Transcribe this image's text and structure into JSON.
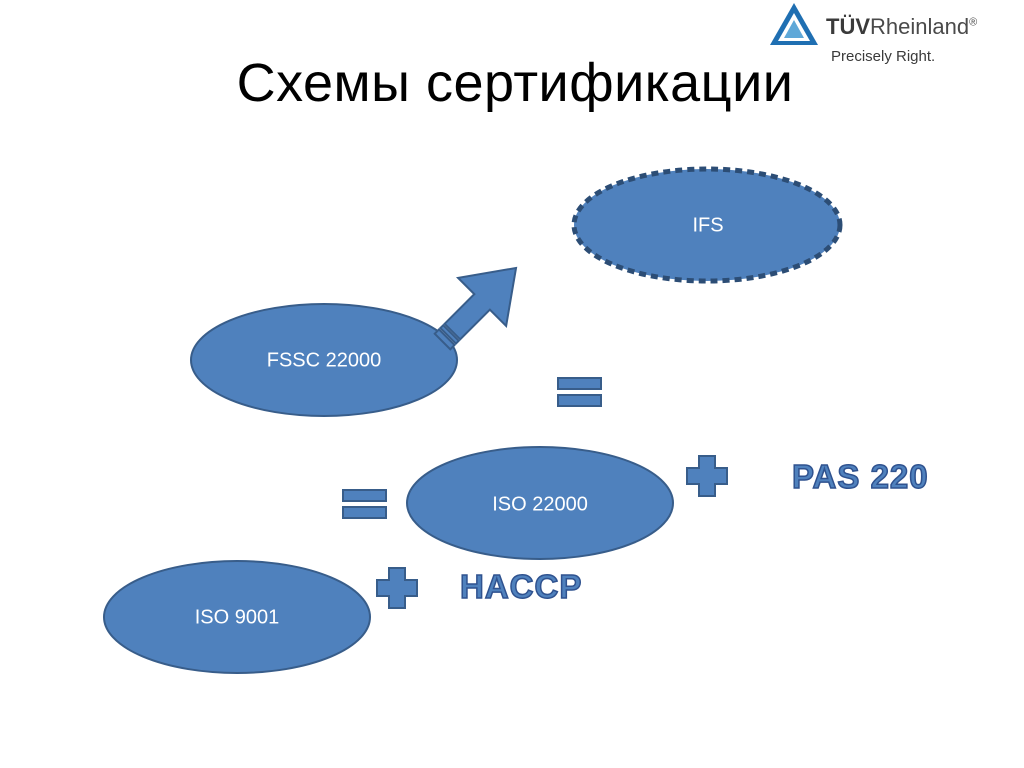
{
  "slide": {
    "title": "Схемы сертификации"
  },
  "logo": {
    "brand_bold": "TÜV",
    "brand_rest": "Rheinland",
    "registered": "®",
    "tagline": "Precisely Right."
  },
  "nodes": {
    "ifs": "IFS",
    "fssc": "FSSC 22000",
    "iso22000": "ISO 22000",
    "iso9001": "ISO 9001"
  },
  "addons": {
    "pas220": "PAS 220",
    "haccp": "HACCP"
  },
  "colors": {
    "node_fill": "#4f81bd",
    "node_stroke": "#385d8a",
    "text_blue": "#4f81bd",
    "logo_blue": "#1f6fb2"
  }
}
